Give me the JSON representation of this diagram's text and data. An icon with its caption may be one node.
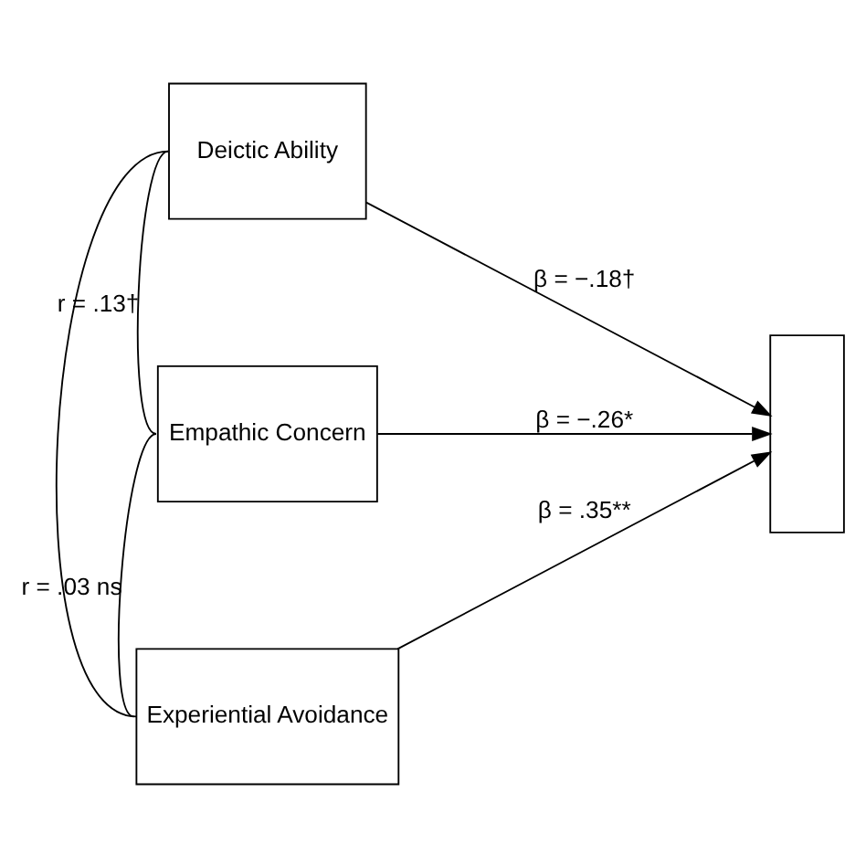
{
  "diagram": {
    "nodes": [
      {
        "text": [
          "Deictic Ability"
        ]
      },
      {
        "text": [
          "Empathic Concern"
        ]
      },
      {
        "text": [
          "Experiential Avoidance"
        ]
      },
      {
        "text": [],
        "shape": "box"
      }
    ],
    "edges": [
      {
        "from": 0,
        "to": 1,
        "arrow": "none",
        "label": "r = .13†"
      },
      {
        "from": 1,
        "to": 2,
        "arrow": "none",
        "label": "r = .03 ns"
      },
      {
        "from": 0,
        "to": 2,
        "arrow": "none"
      },
      {
        "from": 0,
        "to": 3,
        "arrow": "to",
        "label": "β = −.18†"
      },
      {
        "from": 1,
        "to": 3,
        "arrow": "to",
        "label": "β = −.26*"
      },
      {
        "from": 2,
        "to": 3,
        "arrow": "to",
        "label": "β = .35**"
      }
    ]
  }
}
